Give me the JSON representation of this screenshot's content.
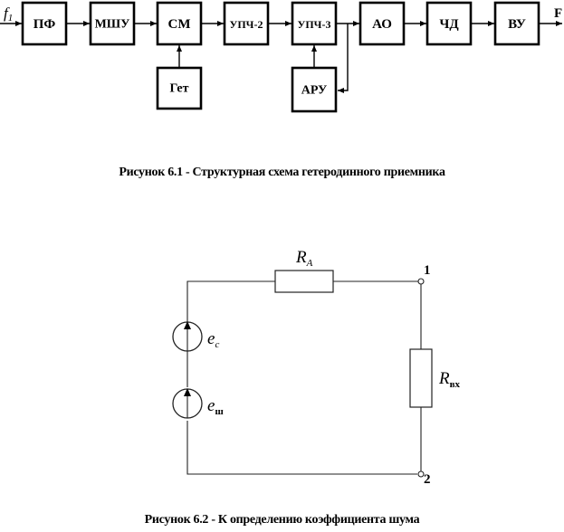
{
  "figure1": {
    "input_label": "f",
    "input_sub": "1",
    "output_label": "F",
    "blocks": [
      {
        "id": "pf",
        "label": "ПФ"
      },
      {
        "id": "mshu",
        "label": "МШУ"
      },
      {
        "id": "sm",
        "label": "СМ"
      },
      {
        "id": "upch2",
        "label": "УПЧ-2"
      },
      {
        "id": "upch3",
        "label": "УПЧ-3"
      },
      {
        "id": "ao",
        "label": "АО"
      },
      {
        "id": "chd",
        "label": "ЧД"
      },
      {
        "id": "vu",
        "label": "ВУ"
      },
      {
        "id": "get",
        "label": "Гет"
      },
      {
        "id": "aru",
        "label": "АРУ"
      }
    ],
    "caption": "Рисунок 6.1 - Структурная схема гетеродинного приемника"
  },
  "figure2": {
    "ra_label": "R",
    "ra_sub": "A",
    "rvx_label": "R",
    "rvx_sub": "вх",
    "ec_label": "e",
    "ec_sub": "c",
    "esh_label": "e",
    "esh_sub": "ш",
    "node1": "1",
    "node2": "2",
    "caption": "Рисунок 6.2 - К определению коэффициента шума"
  }
}
